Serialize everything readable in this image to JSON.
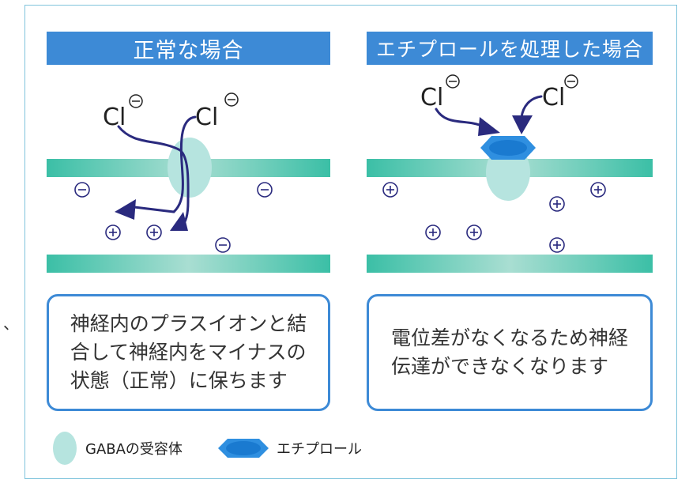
{
  "panels": {
    "left": {
      "title": "正常な場合",
      "description": "神経内のプラスイオンと結\n合して神経内をマイナスの\n状態（正常）に保ちます"
    },
    "right": {
      "title": "エチプロールを処理した場合",
      "description": "電位差がなくなるため神経\n伝達ができなくなります"
    }
  },
  "ion_label": "Cl",
  "stray_mark": "、",
  "legend": {
    "gaba": "GABAの受容体",
    "ethiprole": "エチプロール"
  },
  "colors": {
    "header": "#3d8ad6",
    "membrane_dark": "#3bbfa6",
    "membrane_light": "#a9ded2",
    "receptor": "#b6e4df",
    "arrow": "#2a2a7e",
    "ethiprole_outer": "#2f8fe0",
    "ethiprole_inner": "#1a7ad0"
  }
}
